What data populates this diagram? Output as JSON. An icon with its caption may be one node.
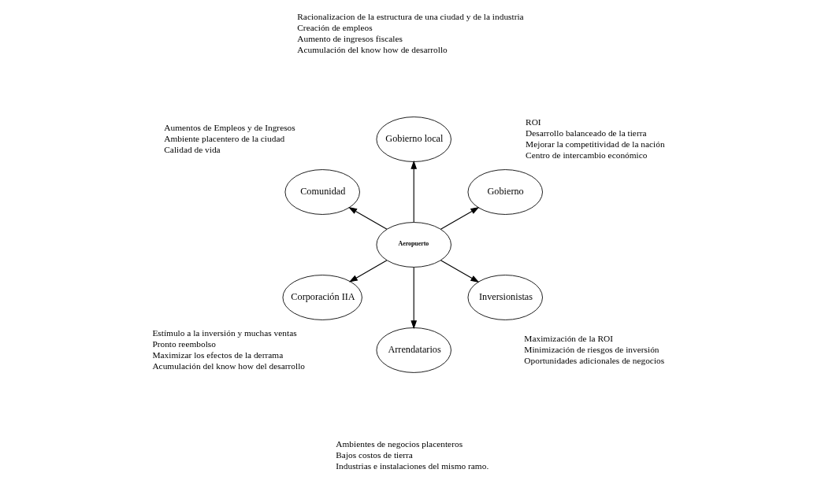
{
  "diagram": {
    "nodes": [
      {
        "text": [
          "Aeropuerto"
        ]
      },
      {
        "text": [
          "Gobierno"
        ],
        "beside": [
          "ROI",
          "Desarrollo balanceado de la tierra",
          "Mejorar la competitividad de la nación",
          "Centro de intercambio económico"
        ]
      },
      {
        "text": [
          "Gobierno local"
        ],
        "beside": [
          "Racionalizacion de la estructura de una ciudad y de la industria",
          "Creación de empleos",
          "Aumento de ingresos fiscales",
          "Acumulación del know how de desarrollo"
        ]
      },
      {
        "text": [
          "Comunidad"
        ],
        "beside": [
          "Aumentos de Empleos y de Ingresos",
          "Ambiente placentero de la ciudad",
          "Calidad de vida"
        ]
      },
      {
        "text": [
          "Corporación IIA"
        ],
        "beside": [
          "Estímulo a la inversión y muchas ventas",
          "Pronto reembolso",
          "Maximizar los efectos de la derrama",
          "Acumulación del know how del desarrollo"
        ]
      },
      {
        "text": [
          "Arrendatarios"
        ],
        "beside": [
          "Ambientes de negocios placenteros",
          "Bajos costos de tierra",
          "Industrias e instalaciones del mismo ramo."
        ]
      },
      {
        "text": [
          "Inversionistas"
        ],
        "beside": [
          "Maximización de la ROI",
          "Minimización de riesgos de inversión",
          "Oportunidades adicionales de negocios"
        ]
      }
    ],
    "edges": [
      {
        "from": 0,
        "to": 1,
        "arrow": "to"
      },
      {
        "from": 0,
        "to": 2,
        "arrow": "to"
      },
      {
        "from": 0,
        "to": 3,
        "arrow": "to"
      },
      {
        "from": 0,
        "to": 4,
        "arrow": "to"
      },
      {
        "from": 0,
        "to": 5,
        "arrow": "to"
      },
      {
        "from": 0,
        "to": 6,
        "arrow": "to"
      }
    ]
  }
}
